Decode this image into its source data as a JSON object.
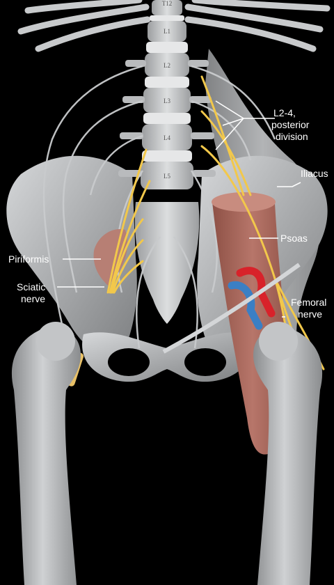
{
  "labels": {
    "l2_4_line1": "L2-4,",
    "l2_4_line2": "posterior",
    "l2_4_line3": "division",
    "iliacus": "Iliacus",
    "psoas": "Psoas",
    "piriformis": "Piriformis",
    "sciatic_line1": "Sciatic",
    "sciatic_line2": "nerve",
    "femoral_line1": "Femoral",
    "femoral_line2": "nerve"
  },
  "vertebrae": [
    "T12",
    "L1",
    "L2",
    "L3",
    "L4",
    "L5"
  ],
  "colors": {
    "background": "#000000",
    "bone": "#b4b6b8",
    "bone_dark": "#7f8183",
    "nerve": "#f2c84b",
    "muscle": "#a86558",
    "artery": "#d8222a",
    "vein": "#3b7fc4",
    "label": "#ffffff"
  }
}
